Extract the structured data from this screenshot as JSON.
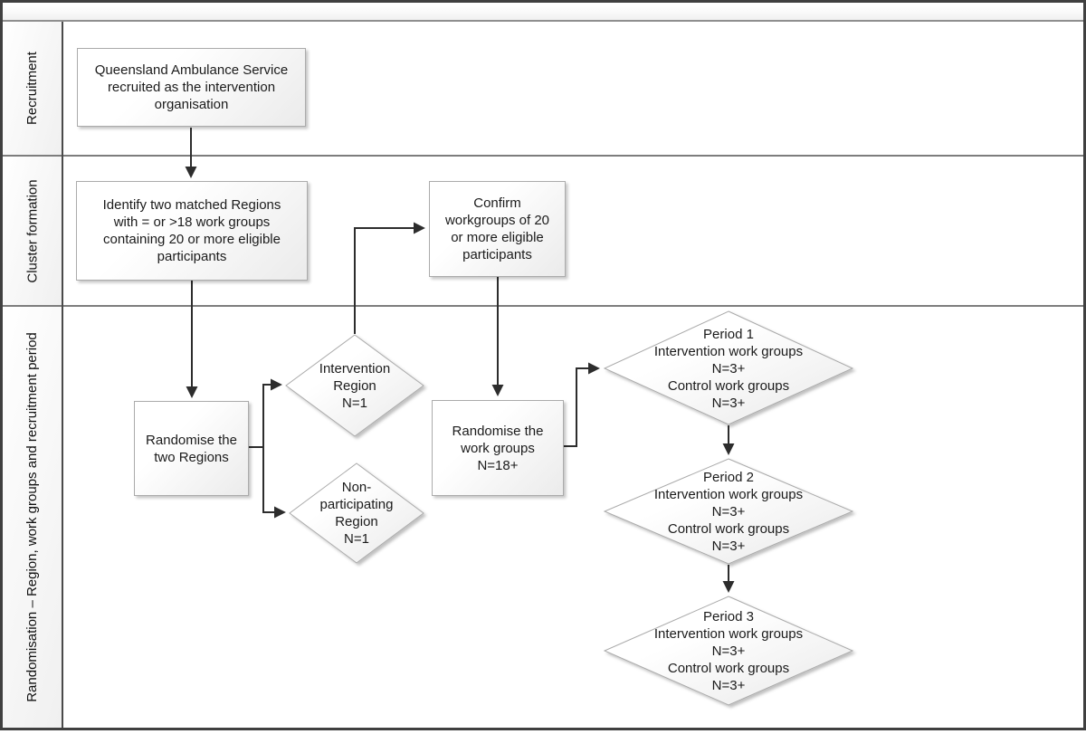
{
  "lanes": [
    {
      "label": "Recruitment"
    },
    {
      "label": "Cluster formation"
    },
    {
      "label": "Randomisation – Region, work groups and recruitment period"
    }
  ],
  "nodes": {
    "qas": "Queensland Ambulance Service\nrecruited as the intervention\norganisation",
    "identify": "Identify two matched Regions\nwith = or >18 work groups\ncontaining 20 or more eligible\nparticipants",
    "confirm": "Confirm\nworkgroups of 20\nor more eligible\nparticipants",
    "randomise_regions": "Randomise the\ntwo Regions",
    "randomise_workgroups": "Randomise the\nwork groups\nN=18+",
    "intervention_region": "Intervention\nRegion\nN=1",
    "non_participating_region": "Non-\nparticipating\nRegion\nN=1",
    "period1": "Period 1\nIntervention work groups\nN=3+\nControl work groups\nN=3+",
    "period2": "Period 2\nIntervention work groups\nN=3+\nControl work groups\nN=3+",
    "period3": "Period 3\nIntervention work groups\nN=3+\nControl work groups\nN=3+"
  },
  "colors": {
    "frame_border": "#404040",
    "lane_divider": "#7d7d7d",
    "arrow": "#2d2d2d",
    "node_border": "#ababab",
    "node_fill_light": "#ffffff",
    "node_fill_dark": "#e9e9e9"
  }
}
